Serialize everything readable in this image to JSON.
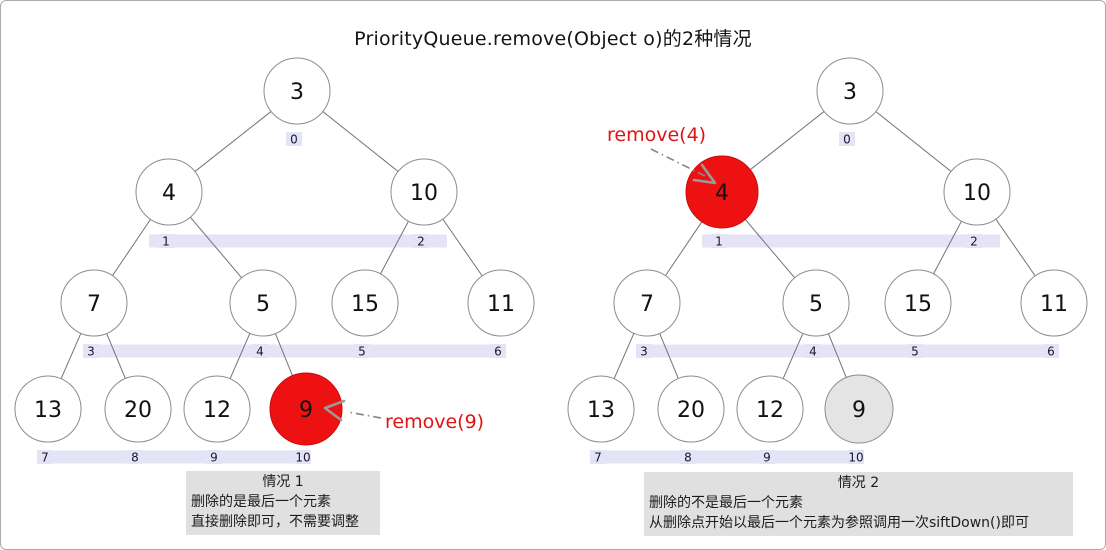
{
  "title": "PriorityQueue.remove(Object o)的2种情况",
  "colors": {
    "node_fill": "#ffffff",
    "node_stroke": "#8c8c94",
    "node_text": "#111111",
    "edge": "#72727c",
    "removed_fill": "#ee1111",
    "removed_stroke": "#cc0b0b",
    "last_fill": "#e4e4e4",
    "band": "#e4e4f6",
    "index_text": "#16162e",
    "annotation_text": "#dd1414",
    "annotation_line": "#8a8a8a",
    "annotation_head": "#9a9a9a",
    "caption_bg": "#e0e0e0"
  },
  "trees": [
    {
      "annotation": {
        "label": "remove(9)",
        "target_index": 10
      },
      "nodes": [
        {
          "index": 0,
          "value": "3",
          "state": "normal"
        },
        {
          "index": 1,
          "value": "4",
          "state": "normal"
        },
        {
          "index": 2,
          "value": "10",
          "state": "normal"
        },
        {
          "index": 3,
          "value": "7",
          "state": "normal"
        },
        {
          "index": 4,
          "value": "5",
          "state": "normal"
        },
        {
          "index": 5,
          "value": "15",
          "state": "normal"
        },
        {
          "index": 6,
          "value": "11",
          "state": "normal"
        },
        {
          "index": 7,
          "value": "13",
          "state": "normal"
        },
        {
          "index": 8,
          "value": "20",
          "state": "normal"
        },
        {
          "index": 9,
          "value": "12",
          "state": "normal"
        },
        {
          "index": 10,
          "value": "9",
          "state": "removed"
        }
      ],
      "caption": {
        "heading": "情况 1",
        "lines": [
          "删除的是最后一个元素",
          "直接删除即可，不需要调整"
        ]
      }
    },
    {
      "annotation": {
        "label": "remove(4)",
        "target_index": 1
      },
      "nodes": [
        {
          "index": 0,
          "value": "3",
          "state": "normal"
        },
        {
          "index": 1,
          "value": "4",
          "state": "removed"
        },
        {
          "index": 2,
          "value": "10",
          "state": "normal"
        },
        {
          "index": 3,
          "value": "7",
          "state": "normal"
        },
        {
          "index": 4,
          "value": "5",
          "state": "normal"
        },
        {
          "index": 5,
          "value": "15",
          "state": "normal"
        },
        {
          "index": 6,
          "value": "11",
          "state": "normal"
        },
        {
          "index": 7,
          "value": "13",
          "state": "normal"
        },
        {
          "index": 8,
          "value": "20",
          "state": "normal"
        },
        {
          "index": 9,
          "value": "12",
          "state": "normal"
        },
        {
          "index": 10,
          "value": "9",
          "state": "last"
        }
      ],
      "caption": {
        "heading": "情况 2",
        "lines": [
          "删除的不是最后一个元素",
          "从删除点开始以最后一个元素为参照调用一次siftDown()即可"
        ]
      }
    }
  ]
}
